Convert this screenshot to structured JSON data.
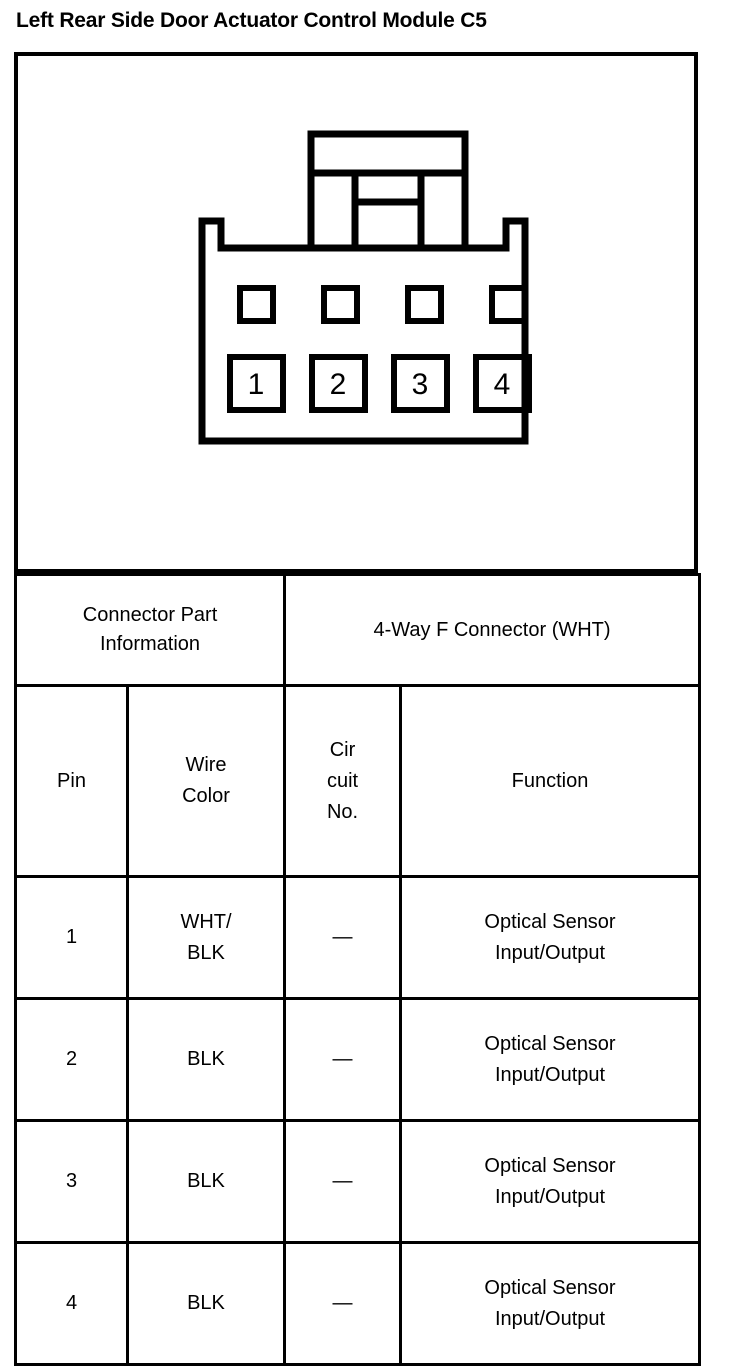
{
  "title": "Left Rear Side Door Actuator Control Module C5",
  "diagram": {
    "name": "connector-face-view",
    "cavity_count": 4,
    "pin_labels": [
      "1",
      "2",
      "3",
      "4"
    ],
    "latch_position": "top-center"
  },
  "connector_part_information": {
    "label_line1": "Connector Part",
    "label_line2": "Information",
    "value": "4-Way F Connector (WHT)"
  },
  "table": {
    "headers": {
      "pin": "Pin",
      "wire_color_line1": "Wire",
      "wire_color_line2": "Color",
      "circuit_line1": "Cir",
      "circuit_line2": "cuit",
      "circuit_line3": "No.",
      "function": "Function"
    },
    "rows": [
      {
        "pin": "1",
        "wire_color_line1": "WHT/",
        "wire_color_line2": "BLK",
        "circuit_no": "—",
        "function_line1": "Optical Sensor",
        "function_line2": "Input/Output"
      },
      {
        "pin": "2",
        "wire_color_line1": "BLK",
        "wire_color_line2": "",
        "circuit_no": "—",
        "function_line1": "Optical Sensor",
        "function_line2": "Input/Output"
      },
      {
        "pin": "3",
        "wire_color_line1": "BLK",
        "wire_color_line2": "",
        "circuit_no": "—",
        "function_line1": "Optical Sensor",
        "function_line2": "Input/Output"
      },
      {
        "pin": "4",
        "wire_color_line1": "BLK",
        "wire_color_line2": "",
        "circuit_no": "—",
        "function_line1": "Optical Sensor",
        "function_line2": "Input/Output"
      }
    ]
  },
  "colors": {
    "ink": "#000000",
    "paper": "#ffffff"
  }
}
